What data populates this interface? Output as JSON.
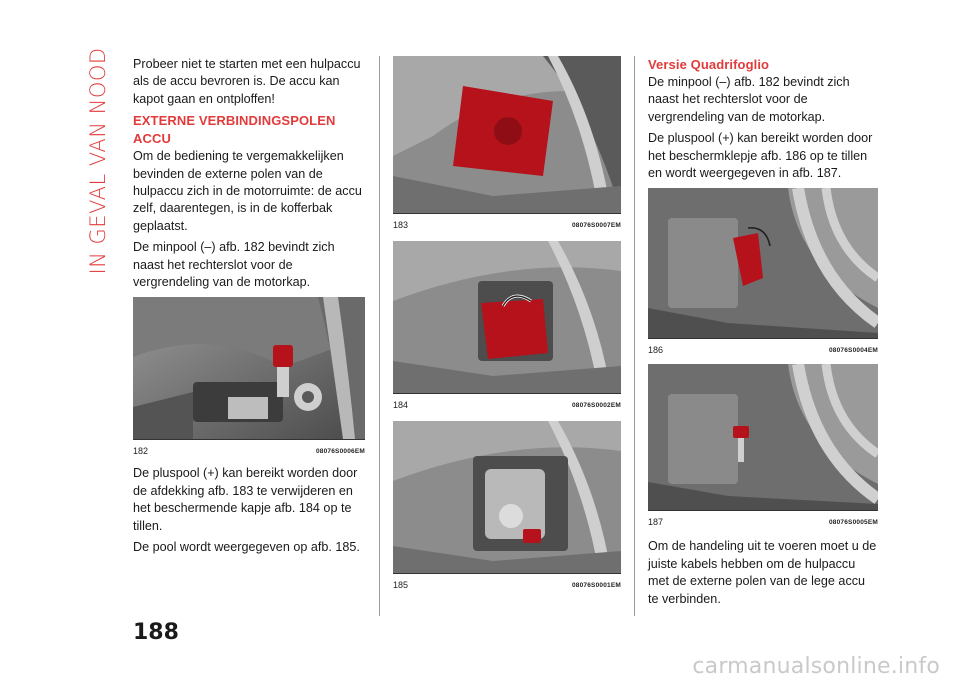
{
  "section_tab": "IN GEVAL VAN NOOD",
  "column1": {
    "para1": "Probeer niet te starten met een hulpaccu als de accu bevroren is. De accu kan kapot gaan en ontploffen!",
    "heading": "EXTERNE VERBINDINGSPOLEN ACCU",
    "para2": "Om de bediening te vergemakkelijken bevinden de externe polen van de hulpaccu zich in de motorruimte: de accu zelf, daarentegen, is in de kofferbak geplaatst.",
    "para3": "De minpool (–) afb. 182 bevindt zich naast het rechterslot voor de vergrendeling van de motorkap.",
    "fig182": {
      "number": "182",
      "code": "08076S0006EM"
    },
    "para4": "De pluspool (+) kan bereikt worden door de afdekking afb. 183 te verwijderen en het beschermende kapje afb. 184 op te tillen.",
    "para5": "De pool wordt weergegeven op afb. 185."
  },
  "column2": {
    "fig183": {
      "number": "183",
      "code": "08076S0007EM"
    },
    "fig184": {
      "number": "184",
      "code": "08076S0002EM"
    },
    "fig185": {
      "number": "185",
      "code": "08076S0001EM"
    }
  },
  "column3": {
    "heading": "Versie Quadrifoglio",
    "para1": "De minpool (–) afb. 182 bevindt zich naast het rechterslot voor de vergrendeling van de motorkap.",
    "para2": "De pluspool (+) kan bereikt worden door het beschermklepje afb. 186 op te tillen en wordt weergegeven in afb. 187.",
    "fig186": {
      "number": "186",
      "code": "08076S0004EM"
    },
    "fig187": {
      "number": "187",
      "code": "08076S0005EM"
    },
    "para3": "Om de handeling uit te voeren moet u de juiste kabels hebben om de hulpaccu met de externe polen van de lege accu te verbinden."
  },
  "page_number": "188",
  "watermark": "carmanualsonline.info",
  "colors": {
    "accent": "#e23b3b",
    "terminal_red": "#b5121b"
  }
}
